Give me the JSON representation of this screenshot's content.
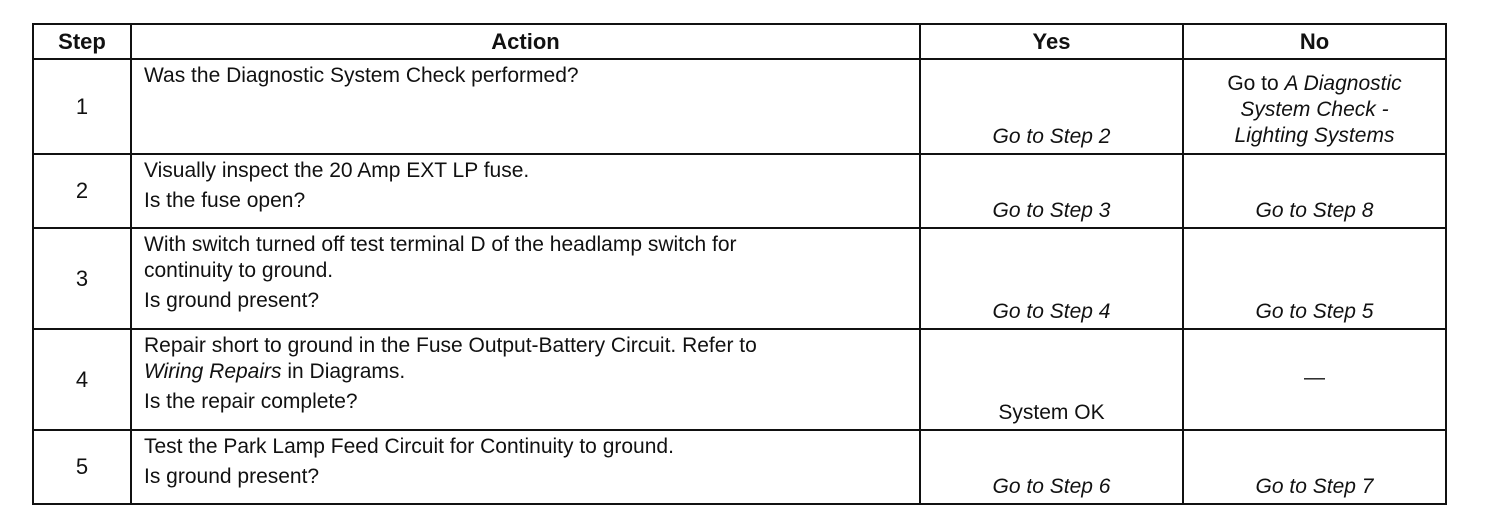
{
  "headers": {
    "step": "Step",
    "action": "Action",
    "yes": "Yes",
    "no": "No"
  },
  "rows": [
    {
      "step": "1",
      "action_lines": [
        "Was the Diagnostic System Check performed?"
      ],
      "yes": "Go to Step 2",
      "no_prefix": "Go to ",
      "no_italic_1": "A Diagnostic",
      "no_italic_2": "System Check -",
      "no_italic_3": "Lighting Systems"
    },
    {
      "step": "2",
      "action_lines": [
        "Visually inspect the 20 Amp EXT LP fuse.",
        "Is the fuse open?"
      ],
      "yes": "Go to Step 3",
      "no": "Go to Step 8"
    },
    {
      "step": "3",
      "action_lines": [
        "With switch turned off test terminal D of the headlamp switch for",
        "continuity to ground.",
        "Is ground present?"
      ],
      "yes": "Go to Step 4",
      "no": "Go to Step 5"
    },
    {
      "step": "4",
      "action_line1": "Repair short to ground in the Fuse Output-Battery Circuit. Refer to",
      "action_italic": "Wiring Repairs",
      "action_after_italic": " in Diagrams.",
      "action_question": "Is the repair complete?",
      "yes": "System OK",
      "no": "—"
    },
    {
      "step": "5",
      "action_lines": [
        "Test the Park Lamp Feed Circuit for Continuity to ground.",
        "Is ground present?"
      ],
      "yes": "Go to Step 6",
      "no": "Go to Step 7"
    }
  ]
}
